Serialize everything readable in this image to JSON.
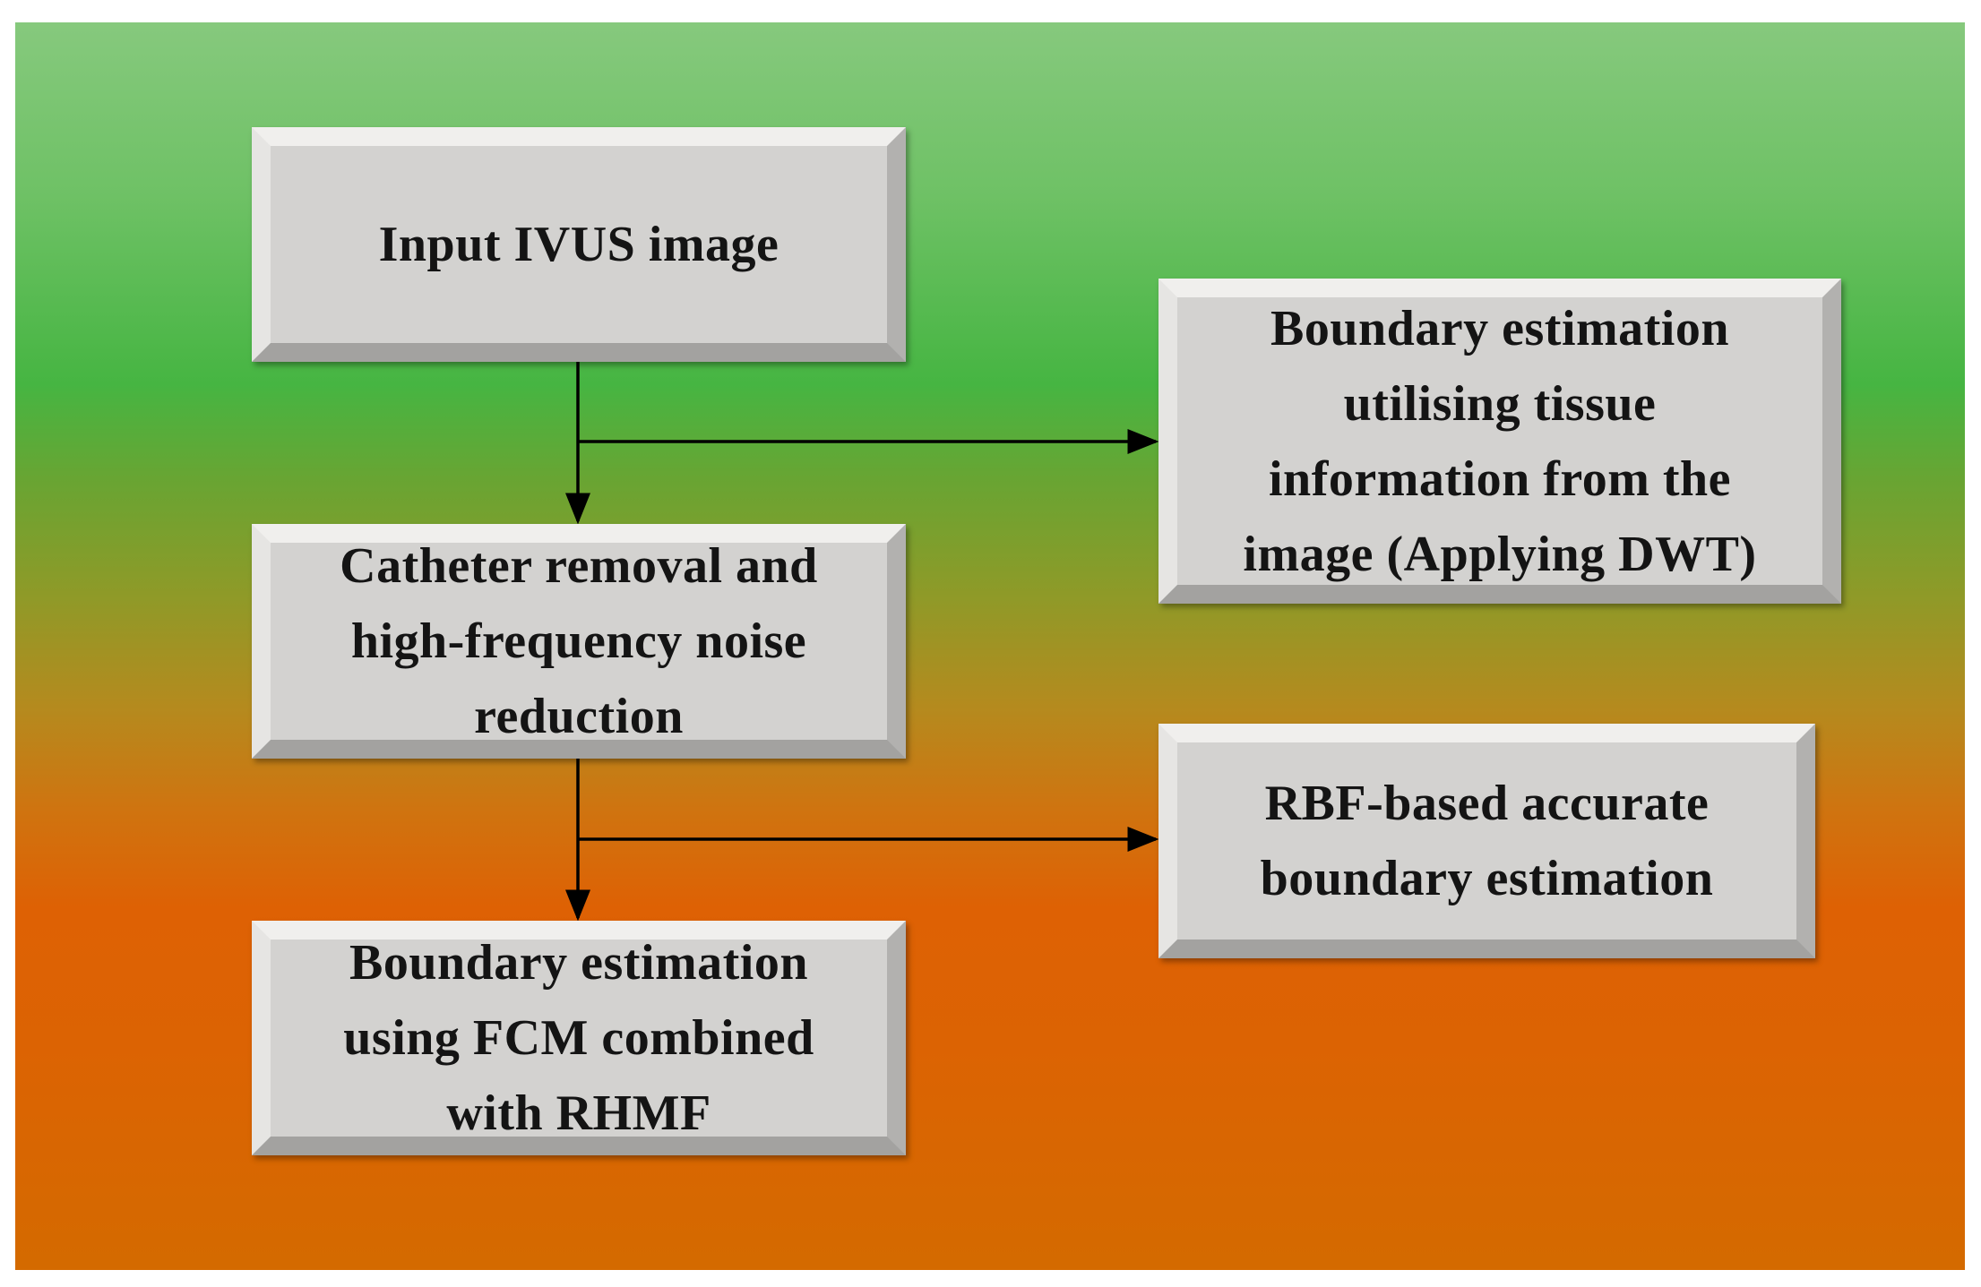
{
  "diagram": {
    "nodes": {
      "input": "Input IVUS image",
      "catheter": "Catheter removal and\nhigh-frequency noise\nreduction",
      "fcm": "Boundary estimation\nusing FCM combined\nwith RHMF",
      "dwt": "Boundary estimation\nutilising tissue\ninformation from the\nimage (Applying DWT)",
      "rbf": "RBF-based accurate\nboundary estimation"
    },
    "edges": [
      {
        "from": "input",
        "to": "catheter"
      },
      {
        "from": "input",
        "to": "dwt"
      },
      {
        "from": "catheter",
        "to": "fcm"
      },
      {
        "from": "catheter",
        "to": "rbf"
      }
    ],
    "colors": {
      "background_top": "#86c97d",
      "background_green": "#46b542",
      "background_orange": "#de6104",
      "box_fill": "#d3d2d0",
      "arrow": "#000000",
      "text": "#141414"
    }
  }
}
